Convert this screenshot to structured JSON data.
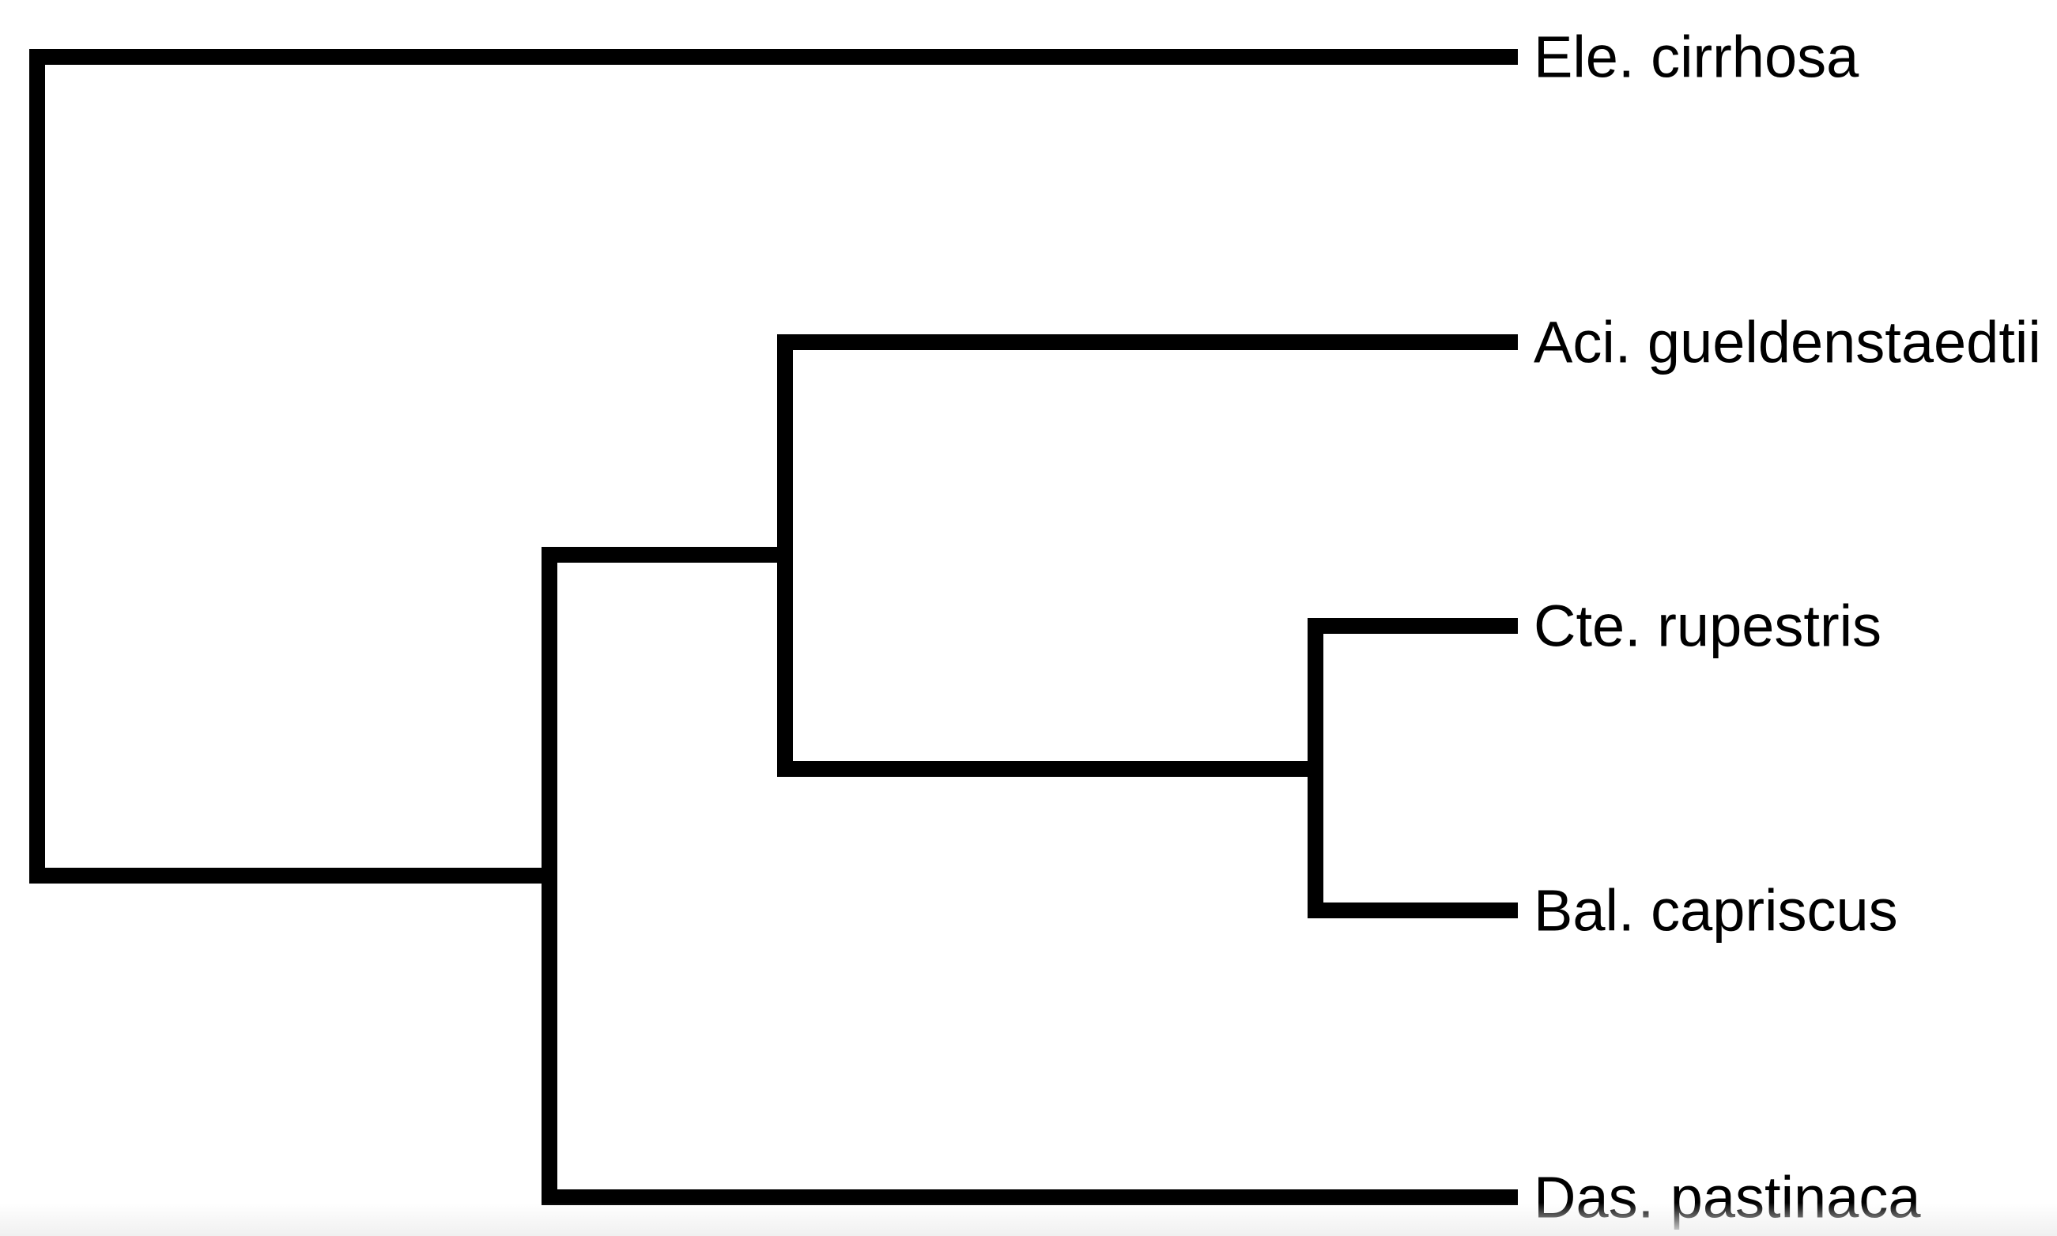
{
  "diagram": {
    "type": "phylogenetic-tree-cladogram",
    "orientation": "left-to-right",
    "line_color": "#000000",
    "background_color": "#ffffff",
    "taxa": [
      {
        "label": "Ele. cirrhosa"
      },
      {
        "label": "Aci. gueldenstaedtii"
      },
      {
        "label": "Cte. rupestris"
      },
      {
        "label": "Bal. capriscus"
      },
      {
        "label": "Das. pastinaca"
      }
    ],
    "topology_newick": "(Ele. cirrhosa,((Aci. gueldenstaedtii,(Cte. rupestris,Bal. capriscus)),Das. pastinaca));",
    "clades": [
      {
        "name": "root",
        "children": [
          "Ele. cirrhosa",
          "clade-a"
        ]
      },
      {
        "name": "clade-a",
        "children": [
          "clade-b",
          "Das. pastinaca"
        ]
      },
      {
        "name": "clade-b",
        "children": [
          "Aci. gueldenstaedtii",
          "clade-c"
        ]
      },
      {
        "name": "clade-c",
        "children": [
          "Cte. rupestris",
          "Bal. capriscus"
        ]
      }
    ]
  }
}
